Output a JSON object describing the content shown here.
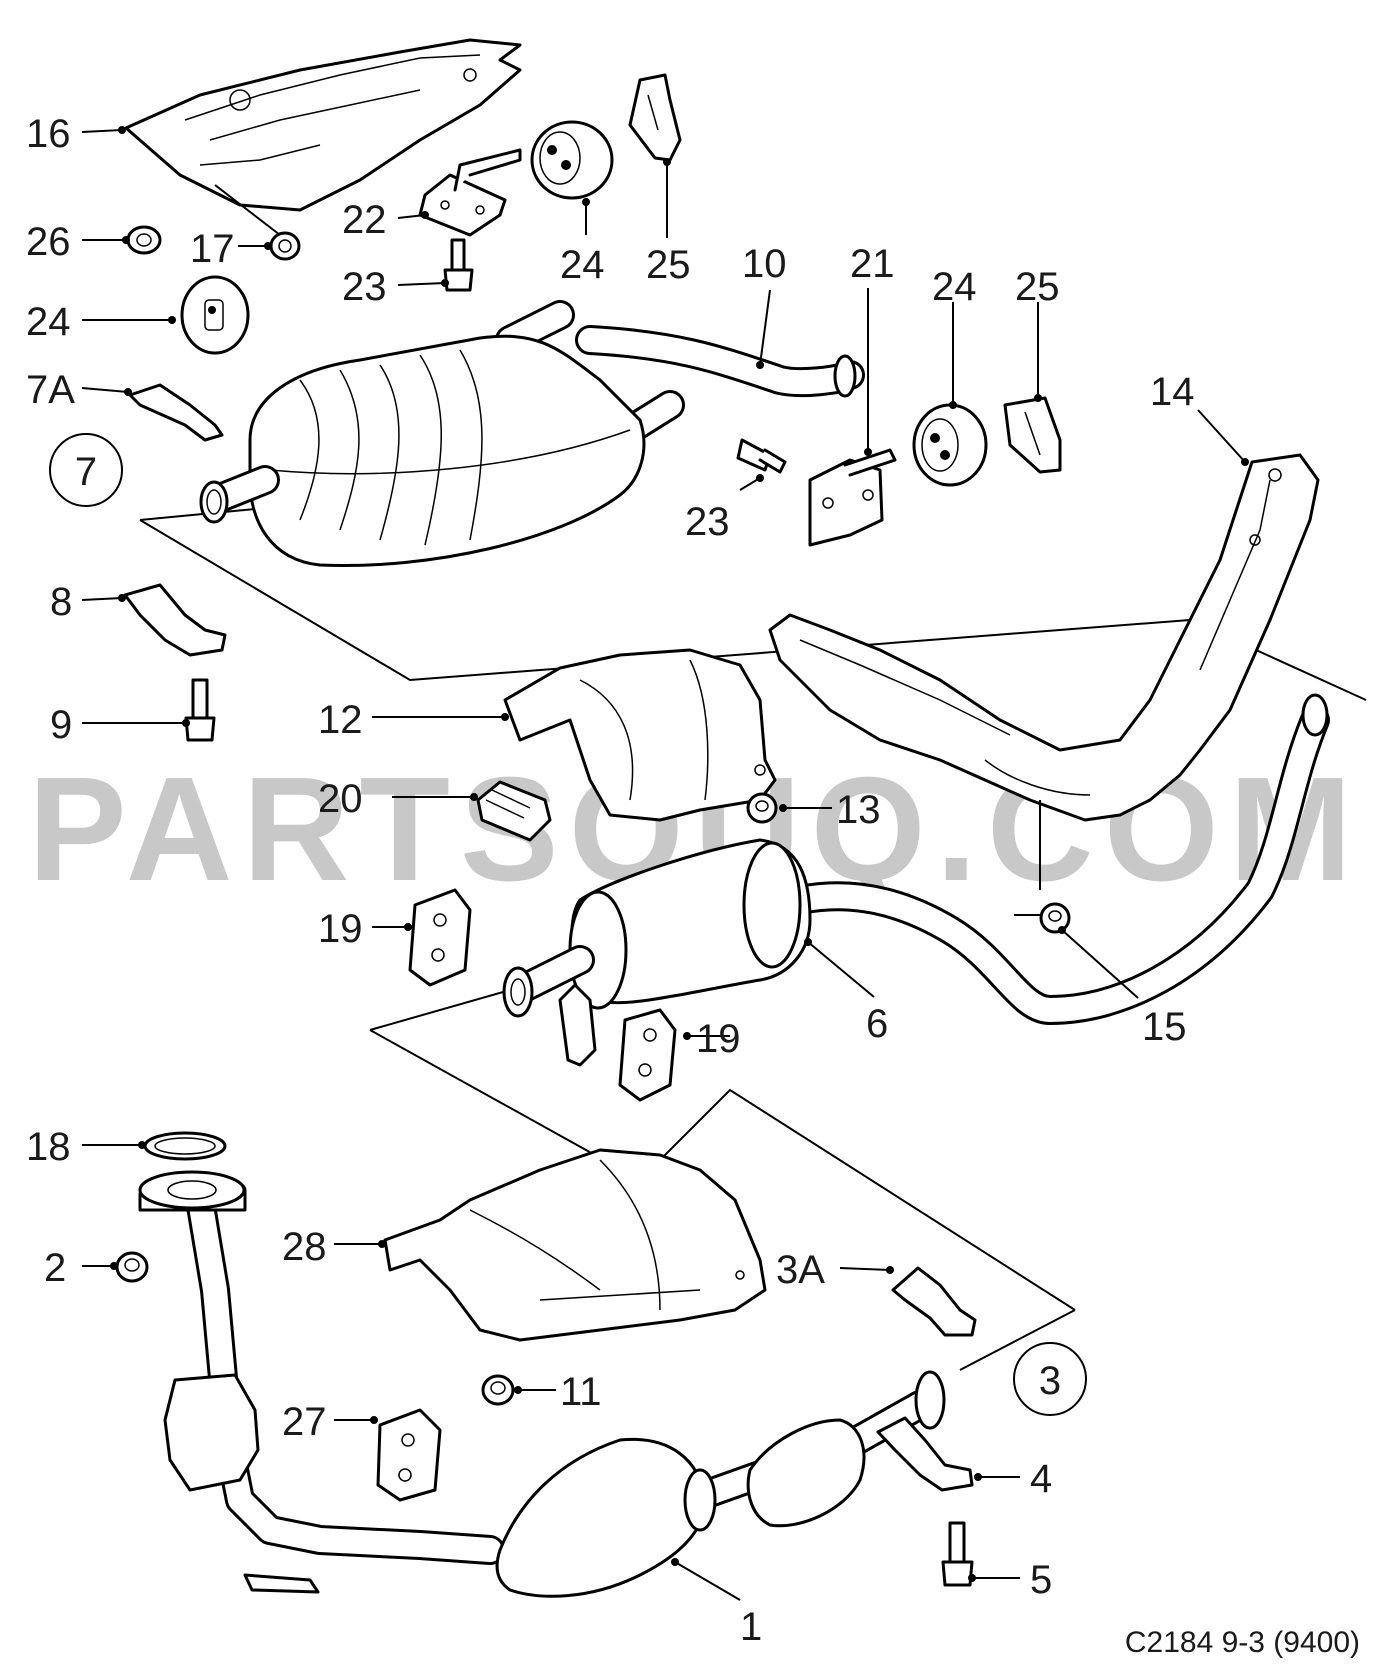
{
  "diagram": {
    "footer": "C2184 9-3 (9400)",
    "watermark": "PARTSOUQ.COM",
    "group_markers": [
      "7",
      "3"
    ],
    "callouts": [
      "16",
      "26",
      "17",
      "22",
      "23",
      "24",
      "25",
      "10",
      "21",
      "24",
      "25",
      "14",
      "24",
      "7A",
      "23",
      "8",
      "12",
      "9",
      "20",
      "13",
      "19",
      "6",
      "15",
      "19",
      "18",
      "2",
      "28",
      "3A",
      "11",
      "27",
      "4",
      "5",
      "1"
    ]
  },
  "colors": {
    "line": "#000000",
    "watermark": "#c8c8c8",
    "background": "#ffffff"
  }
}
